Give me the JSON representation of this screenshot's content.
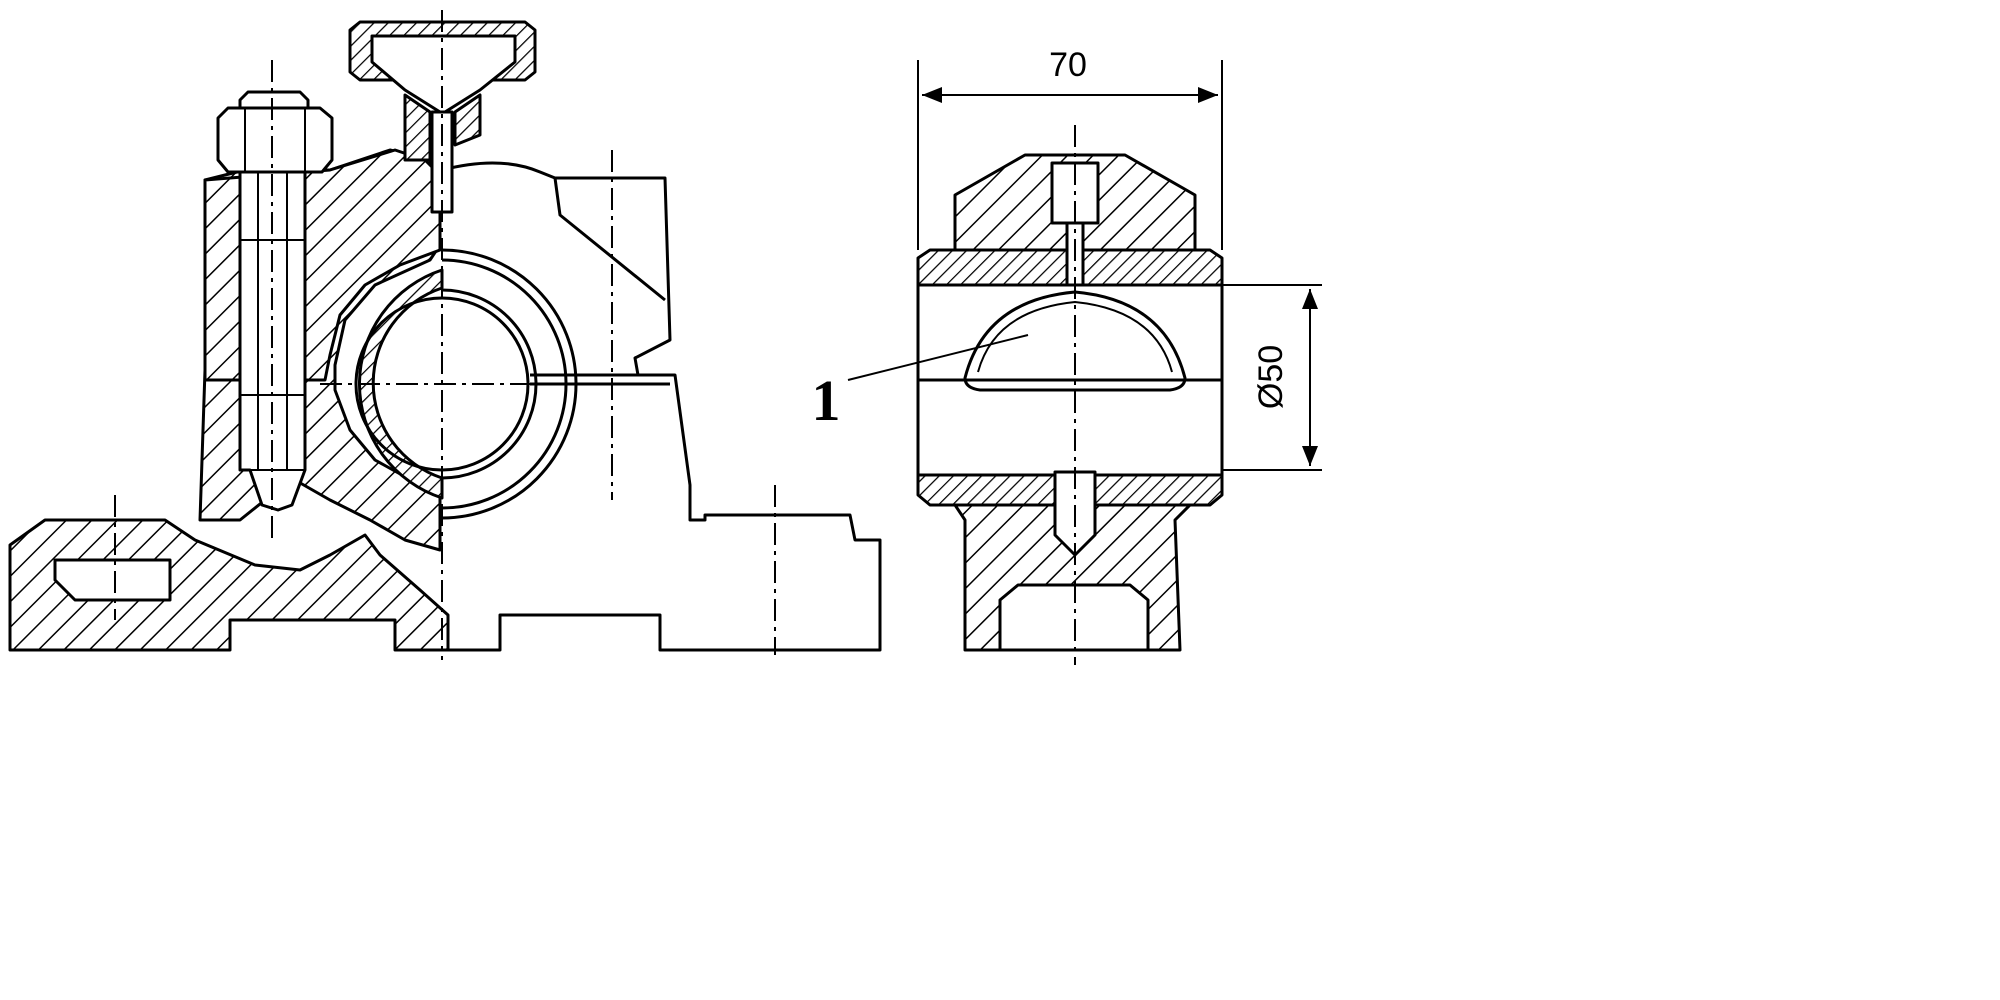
{
  "dimensions": {
    "width_label": "70",
    "diameter_label": "Ø50"
  },
  "callouts": {
    "item_1": "1"
  },
  "colors": {
    "line": "#000000",
    "background": "#ffffff"
  }
}
